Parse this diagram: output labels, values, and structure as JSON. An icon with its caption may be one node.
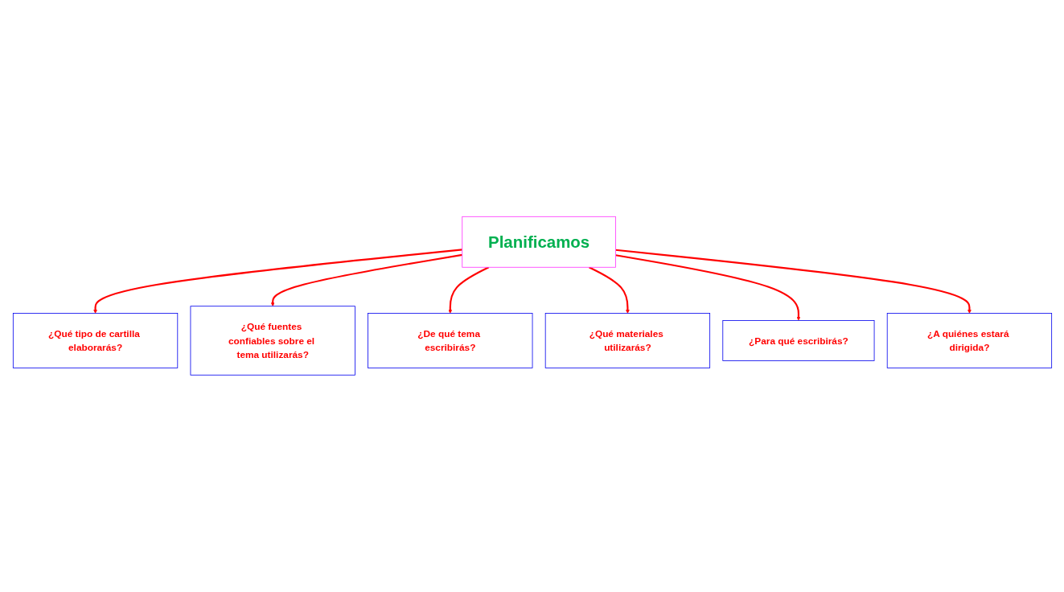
{
  "diagram": {
    "nodes": [
      {
        "text": [
          "¿Qué tipo de cartilla elaborarás?"
        ]
      },
      {
        "text": [
          "¿Qué fuentes confiables sobre el tema utilizarás?"
        ]
      },
      {
        "text": [
          "Planificamos"
        ]
      },
      {
        "text": [
          "¿De qué tema escribirás?"
        ]
      },
      {
        "text": [
          "¿Qué materiales utilizarás?"
        ]
      },
      {
        "text": [
          "¿Para qué escribirás?"
        ]
      },
      {
        "text": [
          "¿A quiénes estará dirigida?"
        ]
      }
    ],
    "edges": [
      {
        "from": 2,
        "to": 0,
        "arrow": "to"
      },
      {
        "from": 2,
        "to": 1,
        "arrow": "to"
      },
      {
        "from": 2,
        "to": 3,
        "arrow": "to"
      },
      {
        "from": 2,
        "to": 4,
        "arrow": "to"
      },
      {
        "from": 2,
        "to": 5,
        "arrow": "to"
      },
      {
        "from": 2,
        "to": 6,
        "arrow": "to"
      }
    ]
  }
}
